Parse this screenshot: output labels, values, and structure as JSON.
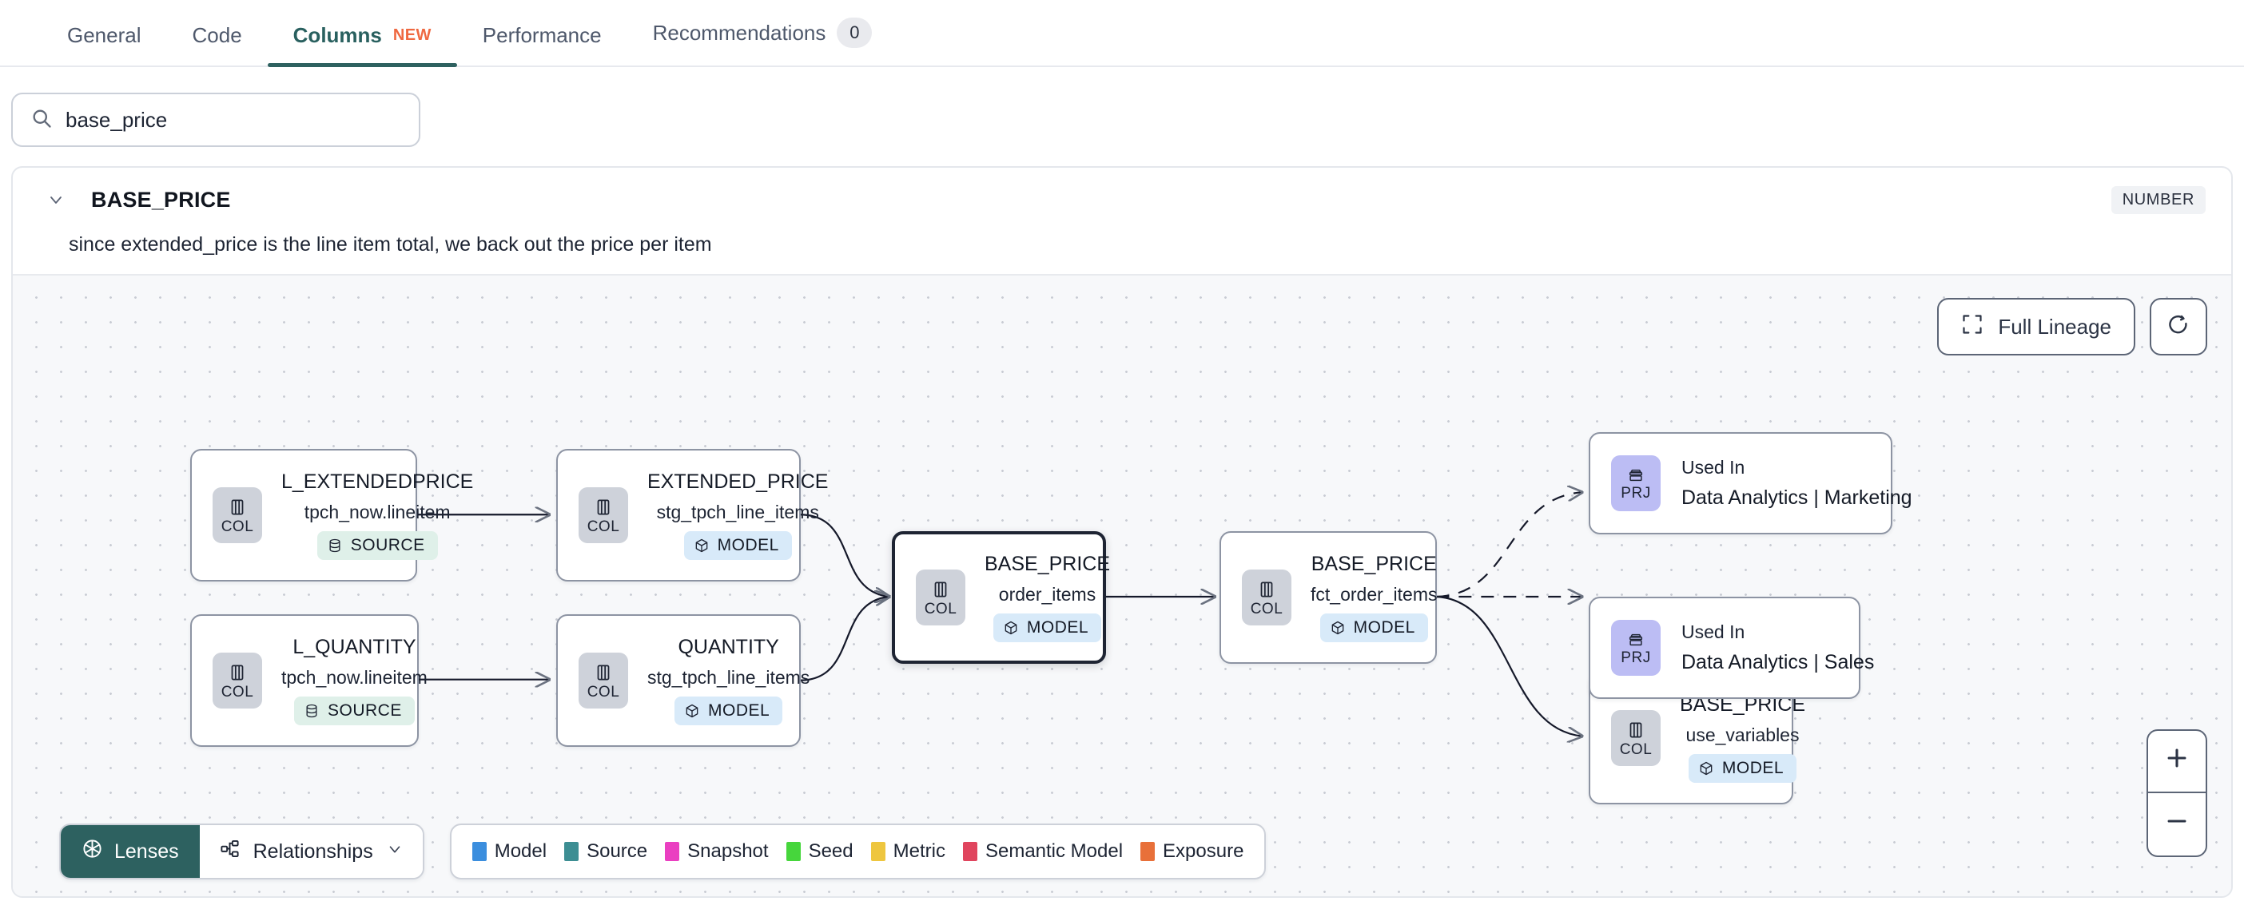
{
  "tabs": [
    {
      "label": "General",
      "active": false,
      "badge": null,
      "new": false
    },
    {
      "label": "Code",
      "active": false,
      "badge": null,
      "new": false
    },
    {
      "label": "Columns",
      "active": true,
      "badge": null,
      "new": true,
      "new_label": "NEW"
    },
    {
      "label": "Performance",
      "active": false,
      "badge": null,
      "new": false
    },
    {
      "label": "Recommendations",
      "active": false,
      "badge": "0",
      "new": false
    }
  ],
  "search": {
    "value": "base_price",
    "icon": "search-icon"
  },
  "column": {
    "name": "BASE_PRICE",
    "type_badge": "NUMBER",
    "description": "since extended_price is the line item total, we back out the price per item",
    "expanded": true
  },
  "lineage": {
    "full_lineage_label": "Full Lineage",
    "refresh_icon": "refresh-icon",
    "expand_icon": "expand-icon",
    "zoom_in": "+",
    "zoom_out": "–",
    "nodes": [
      {
        "id": "l_extendedprice",
        "badge": "COL",
        "badge_kind": "col",
        "name": "L_EXTENDEDPRICE",
        "sub": "tpch_now.lineitem",
        "kind": "SOURCE",
        "kind_class": "source",
        "focused": false
      },
      {
        "id": "l_quantity",
        "badge": "COL",
        "badge_kind": "col",
        "name": "L_QUANTITY",
        "sub": "tpch_now.lineitem",
        "kind": "SOURCE",
        "kind_class": "source",
        "focused": false
      },
      {
        "id": "extended_price",
        "badge": "COL",
        "badge_kind": "col",
        "name": "EXTENDED_PRICE",
        "sub": "stg_tpch_line_items",
        "kind": "MODEL",
        "kind_class": "model",
        "focused": false
      },
      {
        "id": "quantity",
        "badge": "COL",
        "badge_kind": "col",
        "name": "QUANTITY",
        "sub": "stg_tpch_line_items",
        "kind": "MODEL",
        "kind_class": "model",
        "focused": false
      },
      {
        "id": "base_price_order_items",
        "badge": "COL",
        "badge_kind": "col",
        "name": "BASE_PRICE",
        "sub": "order_items",
        "kind": "MODEL",
        "kind_class": "model",
        "focused": true
      },
      {
        "id": "base_price_fct",
        "badge": "COL",
        "badge_kind": "col",
        "name": "BASE_PRICE",
        "sub": "fct_order_items",
        "kind": "MODEL",
        "kind_class": "model",
        "focused": false
      },
      {
        "id": "base_price_use_variables",
        "badge": "COL",
        "badge_kind": "col",
        "name": "BASE_PRICE",
        "sub": "use_variables",
        "kind": "MODEL",
        "kind_class": "model",
        "focused": false
      },
      {
        "id": "prj_marketing",
        "badge": "PRJ",
        "badge_kind": "prj",
        "name": "Used In",
        "sub": "Data Analytics | Marketing",
        "kind": null,
        "kind_class": null,
        "focused": false
      },
      {
        "id": "prj_sales",
        "badge": "PRJ",
        "badge_kind": "prj",
        "name": "Used In",
        "sub": "Data Analytics | Sales",
        "kind": null,
        "kind_class": null,
        "focused": false
      }
    ]
  },
  "bottom_bar": {
    "lenses_label": "Lenses",
    "lenses_icon": "aperture-icon",
    "relationships_label": "Relationships",
    "relationships_icon": "hierarchy-icon",
    "relationships_chevron": "chevron-down-icon"
  },
  "legend": [
    {
      "label": "Model",
      "color": "#3b8ede"
    },
    {
      "label": "Source",
      "color": "#3d8e93"
    },
    {
      "label": "Snapshot",
      "color": "#ea3fc1"
    },
    {
      "label": "Seed",
      "color": "#46d63c"
    },
    {
      "label": "Metric",
      "color": "#eec details"
    },
    {
      "label": "Semantic Model",
      "color": "#e0455e"
    },
    {
      "label": "Exposure",
      "color": "#e8703a"
    }
  ],
  "legend_colors": [
    "#3b8ede",
    "#3d8e93",
    "#ea3fc1",
    "#46d63c",
    "#eec63f",
    "#e0455e",
    "#e8703a"
  ],
  "colors": {
    "accent_teal": "#2d6160",
    "accent_orange": "#ef6840",
    "canvas_bg": "#f7f8fa",
    "node_border": "#8d94a3",
    "focused_border": "#1e2433"
  }
}
